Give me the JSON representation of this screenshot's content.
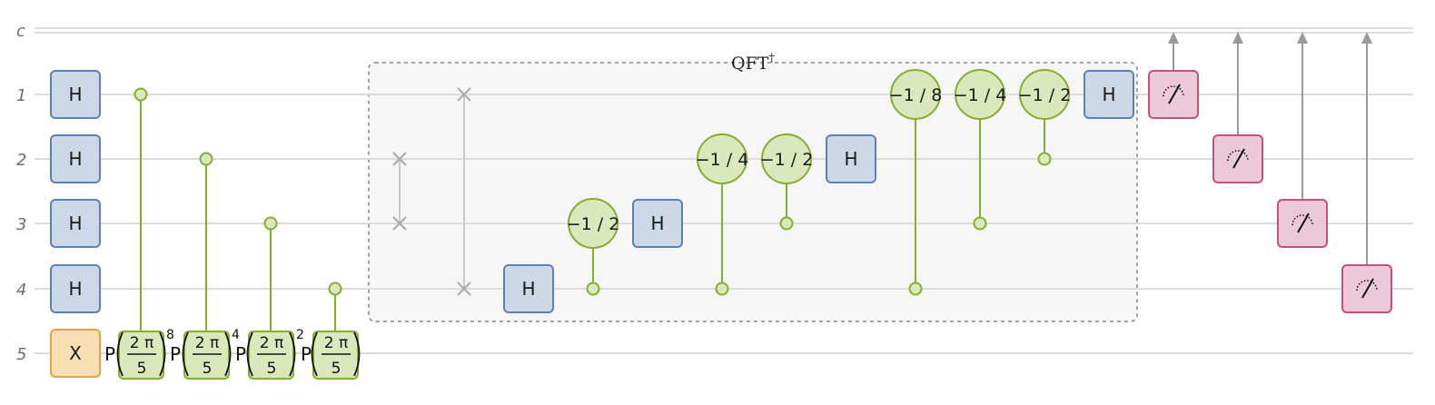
{
  "wires": {
    "classical_label": "c",
    "qubits": [
      {
        "label": "1"
      },
      {
        "label": "2"
      },
      {
        "label": "3"
      },
      {
        "label": "4"
      },
      {
        "label": "5"
      }
    ]
  },
  "qft_group": {
    "title": "QFT",
    "title_superscript": "†"
  },
  "hadamard_label": "H",
  "x_label": "X",
  "measure_icon": "meter-icon",
  "phase_ops": [
    {
      "prefix": "P",
      "numerator": "2 π",
      "denominator": "5",
      "exponent": "8"
    },
    {
      "prefix": "P",
      "numerator": "2 π",
      "denominator": "5",
      "exponent": "4"
    },
    {
      "prefix": "P",
      "numerator": "2 π",
      "denominator": "5",
      "exponent": "2"
    },
    {
      "prefix": "P",
      "numerator": "2 π",
      "denominator": "5",
      "exponent": ""
    }
  ],
  "controlled_phases": [
    {
      "label": "−1 / 2"
    },
    {
      "label": "−1 / 4"
    },
    {
      "label": "−1 / 2"
    },
    {
      "label": "−1 / 8"
    },
    {
      "label": "−1 / 4"
    },
    {
      "label": "−1 / 2"
    }
  ],
  "colors": {
    "hadamard_fill": "#cdd8e6",
    "hadamard_stroke": "#5b82b8",
    "x_fill": "#f9dfb4",
    "x_stroke": "#e8a23c",
    "phase_fill": "#dbe8bd",
    "phase_stroke": "#86ad2e",
    "measure_fill": "#ecc9d7",
    "measure_stroke": "#c94f7e"
  }
}
